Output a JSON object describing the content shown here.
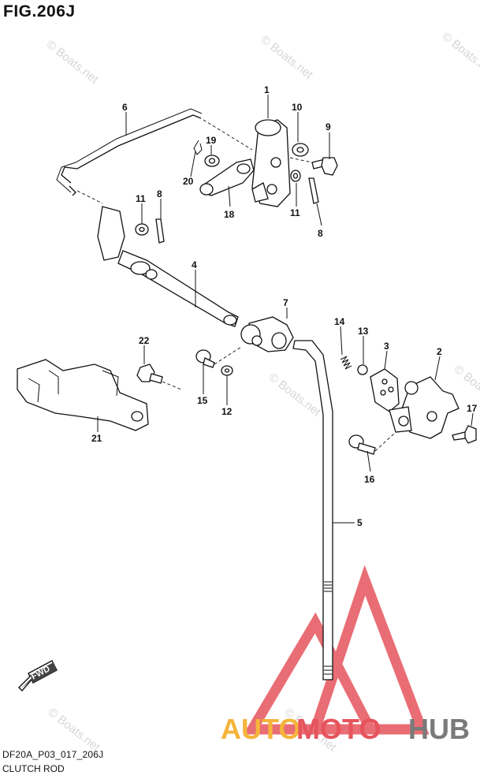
{
  "figure": {
    "title": "FIG.206J"
  },
  "footer": {
    "code": "DF20A_P03_017_206J",
    "name": "CLUTCH ROD"
  },
  "watermark": {
    "text": "© Boats.net"
  },
  "fwd_label": "FWD",
  "brand": {
    "part1": "AUTO",
    "part2": "MOTO",
    "part3": "HUB"
  },
  "callouts": {
    "c1": "1",
    "c2": "2",
    "c3": "3",
    "c4": "4",
    "c5": "5",
    "c6": "6",
    "c7": "7",
    "c8a": "8",
    "c8b": "8",
    "c9": "9",
    "c10": "10",
    "c11a": "11",
    "c11b": "11",
    "c12": "12",
    "c13": "13",
    "c14": "14",
    "c15": "15",
    "c16": "16",
    "c17": "17",
    "c18": "18",
    "c19": "19",
    "c20": "20",
    "c21": "21",
    "c22": "22"
  },
  "colors": {
    "brand_orange": "#f5b43a",
    "brand_red": "#e6545c",
    "brand_gray": "#7a7a7a"
  }
}
